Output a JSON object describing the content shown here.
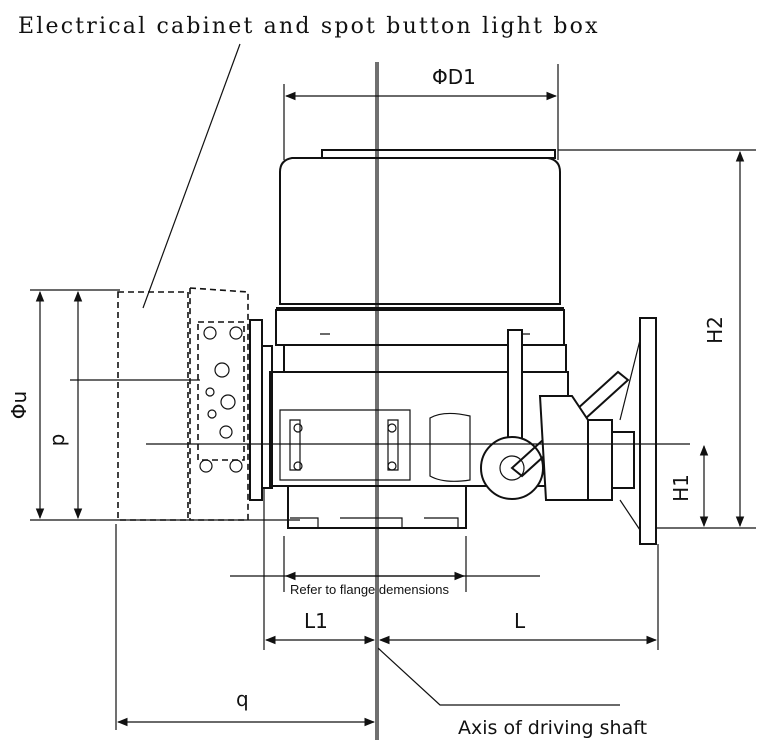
{
  "diagram": {
    "title": "Electrical cabinet and spot button light box",
    "labels": {
      "phi_d1": "ΦD1",
      "h2": "H2",
      "h1": "H1",
      "phi_u": "Φu",
      "p": "p",
      "l1": "L1",
      "l": "L",
      "q": "q",
      "refer_flange": "Refer to flange demensions",
      "axis_shaft": "Axis of driving shaft"
    }
  }
}
